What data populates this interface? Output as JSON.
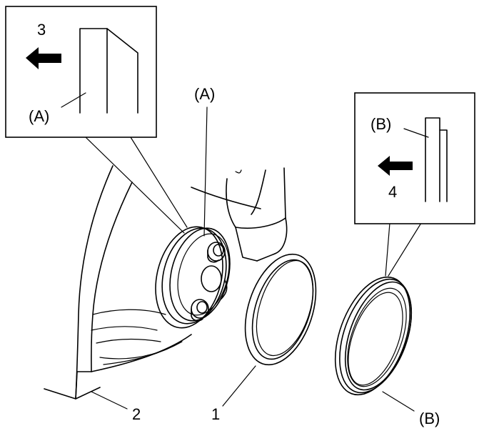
{
  "callouts": {
    "inset_left_label": "(A)",
    "inset_left_step": "3",
    "inset_right_label": "(B)",
    "inset_right_step": "4",
    "hub_label": "(A)",
    "ring_b_label": "(B)",
    "part_1": "1",
    "part_2": "2"
  },
  "icons": {
    "arrow_left_3": "arrow-left-icon",
    "arrow_left_4": "arrow-left-icon"
  },
  "colors": {
    "line": "#000000",
    "background": "#ffffff"
  }
}
